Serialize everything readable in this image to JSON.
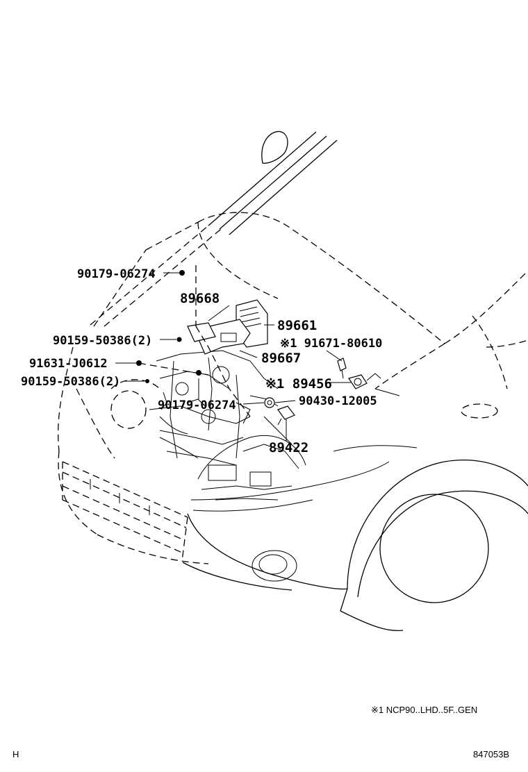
{
  "callouts": {
    "p90179_06274_top": "90179-06274",
    "p89668": "89668",
    "p89661": "89661",
    "p90159_50386_a": "90159-50386(2)",
    "p91671_80610": "※1 91671-80610",
    "p91631_j0612": "91631-J0612",
    "p89667": "89667",
    "p90159_50386_b": "90159-50386(2)",
    "p89456": "※1 89456",
    "p90179_06274_bottom": "90179-06274",
    "p90430_12005": "90430-12005",
    "p89422": "89422"
  },
  "footnote": "※1 NCP90..LHD..5F..GEN",
  "corner_left": "H",
  "diagram_id": "847053B"
}
